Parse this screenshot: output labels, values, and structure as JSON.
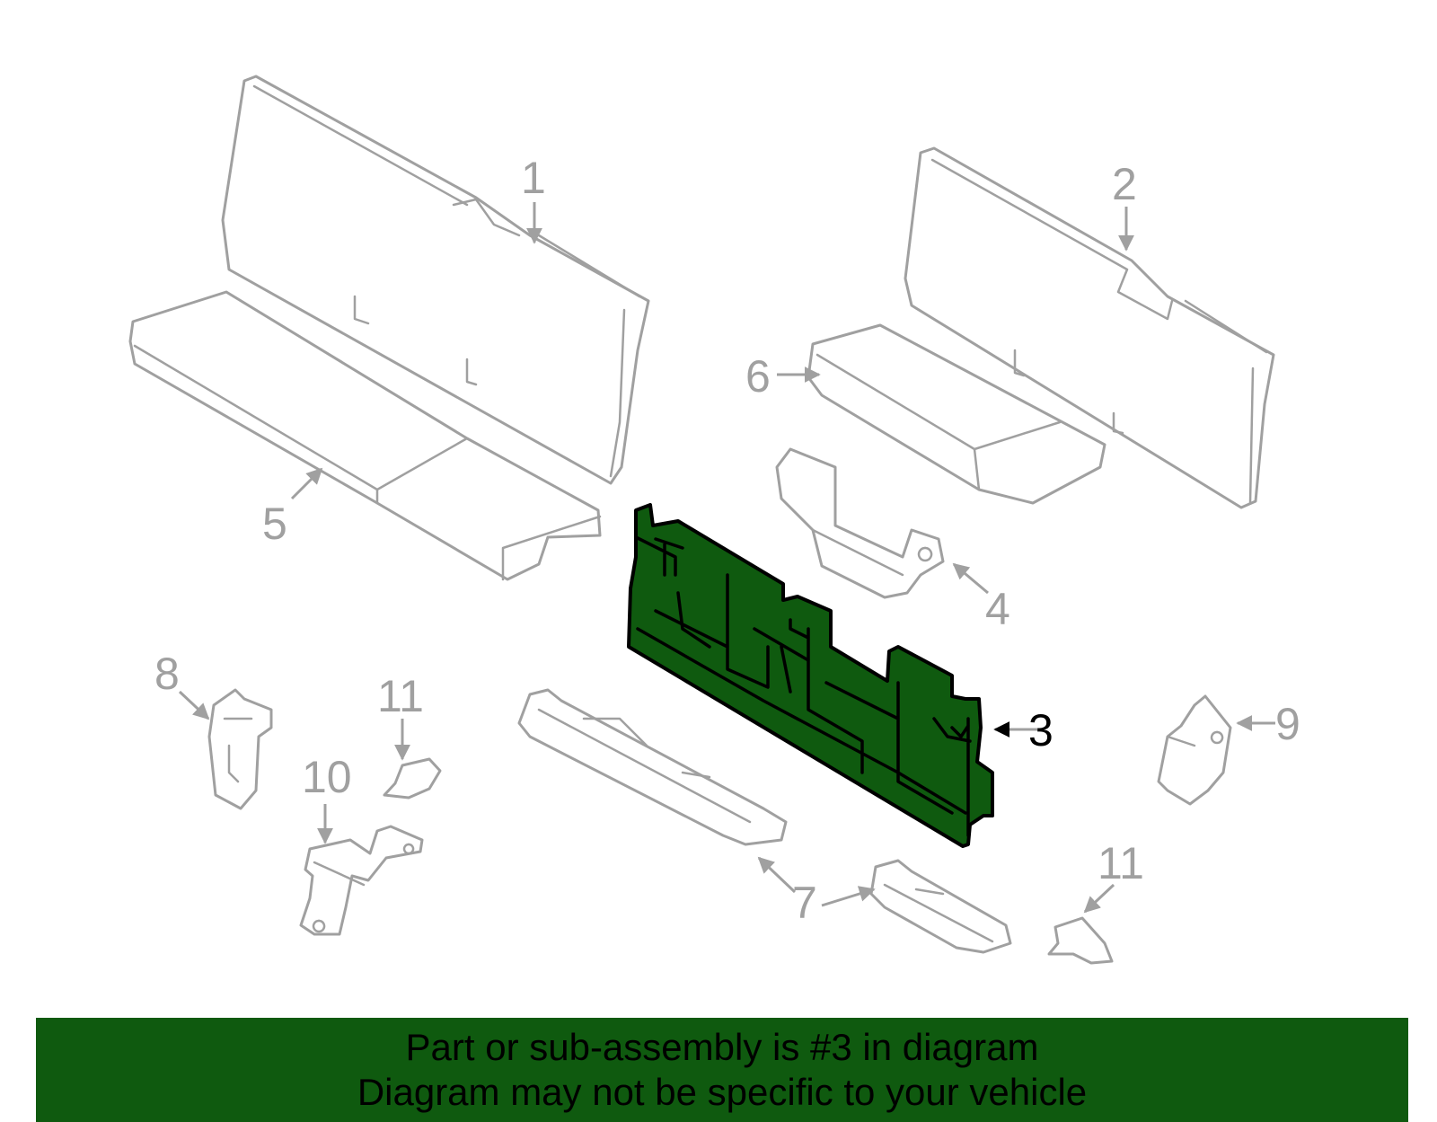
{
  "colors": {
    "part_outline": "#a0a0a0",
    "highlight_fill": "#0f5a0f",
    "highlight_outline": "#000000",
    "banner_bg": "#0f5a0f",
    "callout_inactive": "#a0a0a0",
    "callout_active": "#000000"
  },
  "callouts": {
    "c1": "1",
    "c2": "2",
    "c3": "3",
    "c4": "4",
    "c5": "5",
    "c6": "6",
    "c7": "7",
    "c8": "8",
    "c9": "9",
    "c10": "10",
    "c11a": "11",
    "c11b": "11"
  },
  "highlighted_part": "3",
  "banner": {
    "line1": "Part or sub-assembly is #3 in diagram",
    "line2": "Diagram may not be specific to your vehicle"
  }
}
